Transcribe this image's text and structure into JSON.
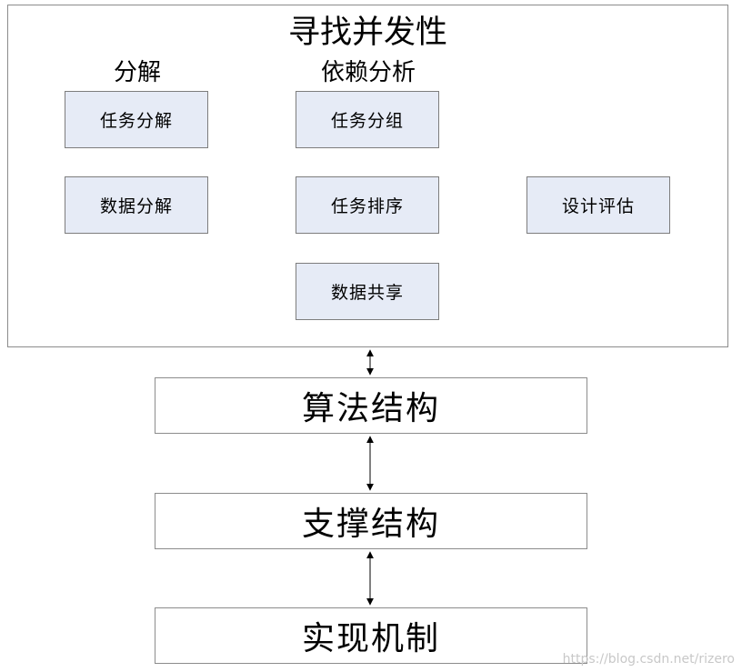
{
  "top_panel": {
    "title": "寻找并发性",
    "columns": {
      "decomposition": {
        "label": "分解",
        "items": [
          "任务分解",
          "数据分解"
        ]
      },
      "dependency": {
        "label": "依赖分析",
        "items": [
          "任务分组",
          "任务排序",
          "数据共享"
        ]
      },
      "evaluation": {
        "items": [
          "设计评估"
        ]
      }
    }
  },
  "layers": [
    "算法结构",
    "支撑结构",
    "实现机制"
  ],
  "watermark": "https://blog.csdn.net/rizero",
  "colors": {
    "task_fill": "#e6ebf6",
    "border": "#8c8c8c",
    "arrow": "#000000"
  }
}
